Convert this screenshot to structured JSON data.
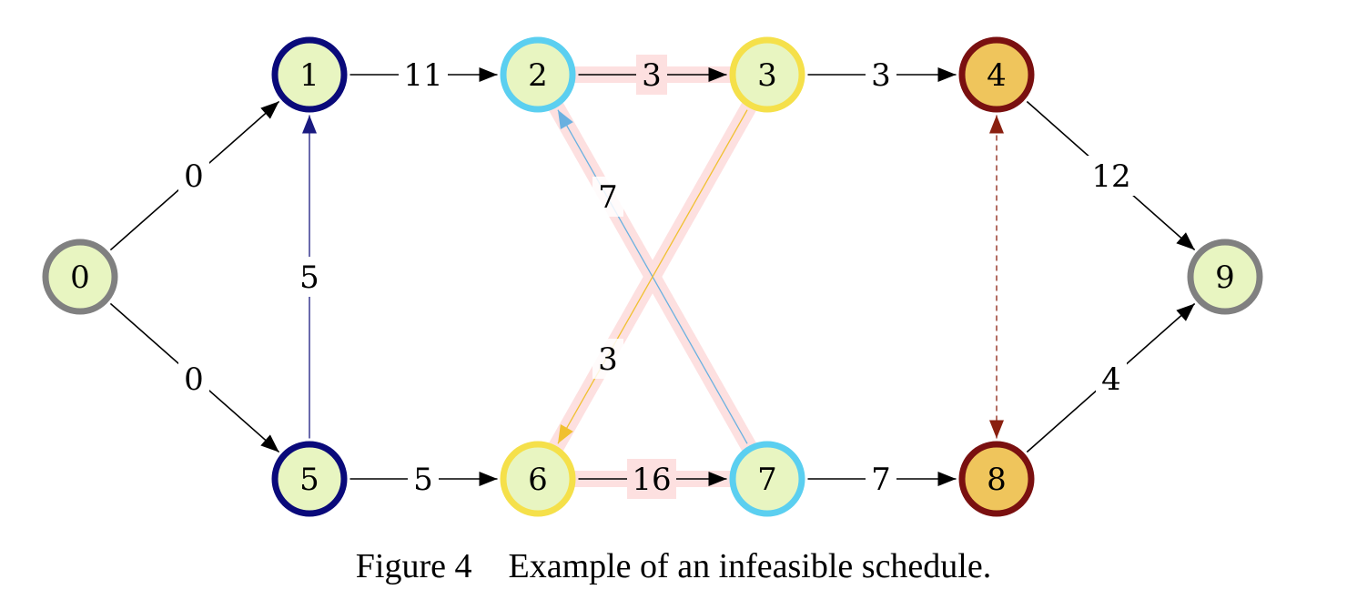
{
  "caption": {
    "figure_number": "Figure 4",
    "text": "Example of an infeasible schedule."
  },
  "colors": {
    "node_fill": "#e8f5c1",
    "node_fill_highlight": "#efc55c",
    "ring_gray": "#808080",
    "ring_navy": "#0a0a7a",
    "ring_lightblue": "#5bcff0",
    "ring_yellow": "#f5e04a",
    "ring_darkred": "#7a1010",
    "edge_black": "#000000",
    "edge_navy": "#1a1a80",
    "edge_lightblue": "#6ab0e0",
    "edge_yellow": "#f0c030",
    "edge_darkred": "#8a2010",
    "highlight_band": "#fde0e0"
  },
  "nodes": [
    {
      "id": "0",
      "label": "0",
      "ring": "ring_gray",
      "fill": "node_fill"
    },
    {
      "id": "1",
      "label": "1",
      "ring": "ring_navy",
      "fill": "node_fill"
    },
    {
      "id": "2",
      "label": "2",
      "ring": "ring_lightblue",
      "fill": "node_fill"
    },
    {
      "id": "3",
      "label": "3",
      "ring": "ring_yellow",
      "fill": "node_fill"
    },
    {
      "id": "4",
      "label": "4",
      "ring": "ring_darkred",
      "fill": "node_fill_highlight"
    },
    {
      "id": "5",
      "label": "5",
      "ring": "ring_navy",
      "fill": "node_fill"
    },
    {
      "id": "6",
      "label": "6",
      "ring": "ring_yellow",
      "fill": "node_fill"
    },
    {
      "id": "7",
      "label": "7",
      "ring": "ring_lightblue",
      "fill": "node_fill"
    },
    {
      "id": "8",
      "label": "8",
      "ring": "ring_darkred",
      "fill": "node_fill_highlight"
    },
    {
      "id": "9",
      "label": "9",
      "ring": "ring_gray",
      "fill": "node_fill"
    }
  ],
  "edges": [
    {
      "from": "0",
      "to": "1",
      "label": "0",
      "color": "edge_black",
      "style": "solid",
      "arrow": "end"
    },
    {
      "from": "0",
      "to": "5",
      "label": "0",
      "color": "edge_black",
      "style": "solid",
      "arrow": "end"
    },
    {
      "from": "1",
      "to": "2",
      "label": "11",
      "color": "edge_black",
      "style": "solid",
      "arrow": "end"
    },
    {
      "from": "2",
      "to": "3",
      "label": "3",
      "color": "edge_black",
      "style": "solid",
      "arrow": "end",
      "highlight": true
    },
    {
      "from": "3",
      "to": "4",
      "label": "3",
      "color": "edge_black",
      "style": "solid",
      "arrow": "end"
    },
    {
      "from": "4",
      "to": "9",
      "label": "12",
      "color": "edge_black",
      "style": "solid",
      "arrow": "end"
    },
    {
      "from": "5",
      "to": "1",
      "label": "5",
      "color": "edge_navy",
      "style": "solid",
      "arrow": "end"
    },
    {
      "from": "5",
      "to": "6",
      "label": "5",
      "color": "edge_black",
      "style": "solid",
      "arrow": "end"
    },
    {
      "from": "6",
      "to": "7",
      "label": "16",
      "color": "edge_black",
      "style": "solid",
      "arrow": "end",
      "highlight": true
    },
    {
      "from": "7",
      "to": "8",
      "label": "7",
      "color": "edge_black",
      "style": "solid",
      "arrow": "end"
    },
    {
      "from": "8",
      "to": "9",
      "label": "4",
      "color": "edge_black",
      "style": "solid",
      "arrow": "end"
    },
    {
      "from": "7",
      "to": "2",
      "label": "7",
      "color": "edge_lightblue",
      "style": "solid",
      "arrow": "end",
      "highlight": true
    },
    {
      "from": "3",
      "to": "6",
      "label": "3",
      "color": "edge_yellow",
      "style": "solid",
      "arrow": "end",
      "highlight": true
    },
    {
      "from": "4",
      "to": "8",
      "label": "",
      "color": "edge_darkred",
      "style": "dashed",
      "arrow": "both"
    }
  ]
}
